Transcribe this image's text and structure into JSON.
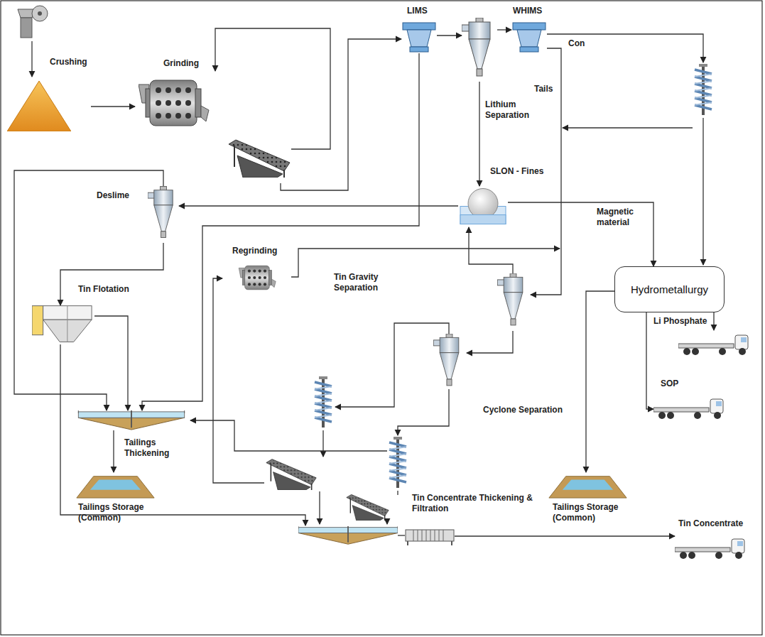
{
  "diagram": {
    "nodes": [
      {
        "text": [
          "Crushing"
        ]
      },
      {
        "text": [
          "Grinding"
        ]
      },
      {
        "text": [
          "LIMS"
        ]
      },
      {
        "text": [
          "Lithium Separation"
        ]
      },
      {
        "text": [
          "WHIMS"
        ]
      },
      {
        "text": [
          "SLON - Fines"
        ]
      },
      {
        "text": [
          "Deslime"
        ]
      },
      {
        "text": [
          "Tin Flotation"
        ]
      },
      {
        "text": [
          "Regrinding"
        ]
      },
      {
        "text": [
          "Cyclone Separation"
        ]
      },
      {
        "text": [
          "Hydrometallurgy"
        ]
      },
      {
        "text": [
          "Li Phosphate"
        ]
      },
      {
        "text": [
          "SOP"
        ]
      },
      {
        "text": [
          "Tailings Storage (Common)"
        ]
      },
      {
        "text": [
          "Tailings Thickening"
        ]
      },
      {
        "text": [
          "Tailings Storage (Common)"
        ]
      },
      {
        "text": [
          "Tin Concentrate Thickening & Filtration"
        ]
      },
      {
        "text": [
          "Tin Concentrate"
        ]
      }
    ],
    "edges": [
      {
        "from": 0,
        "to": 1,
        "arrow": "to"
      },
      {
        "from": 1,
        "to": 2,
        "arrow": "to"
      },
      {
        "from": 2,
        "to": 3,
        "arrow": "to"
      },
      {
        "from": 3,
        "to": 4,
        "arrow": "to"
      },
      {
        "from": 3,
        "to": 5,
        "arrow": "to"
      },
      {
        "from": 2,
        "to": 14,
        "arrow": "to"
      },
      {
        "from": 5,
        "to": 6,
        "arrow": "to"
      },
      {
        "from": 5,
        "to": 10,
        "label": "Magnetic material",
        "arrow": "to"
      },
      {
        "from": 6,
        "to": 7,
        "arrow": "to"
      },
      {
        "from": 6,
        "to": 14,
        "arrow": "to"
      },
      {
        "from": 7,
        "to": 14,
        "arrow": "to"
      },
      {
        "from": 7,
        "to": 16,
        "arrow": "to"
      },
      {
        "from": 14,
        "to": 15,
        "arrow": "to"
      },
      {
        "from": 10,
        "to": 11,
        "arrow": "to"
      },
      {
        "from": 10,
        "to": 12,
        "arrow": "to"
      },
      {
        "from": 10,
        "to": 13,
        "arrow": "to"
      },
      {
        "from": 16,
        "to": 17,
        "arrow": "to"
      }
    ],
    "labels": [
      "Con",
      "Tails",
      "Tin Gravity Separation"
    ]
  }
}
